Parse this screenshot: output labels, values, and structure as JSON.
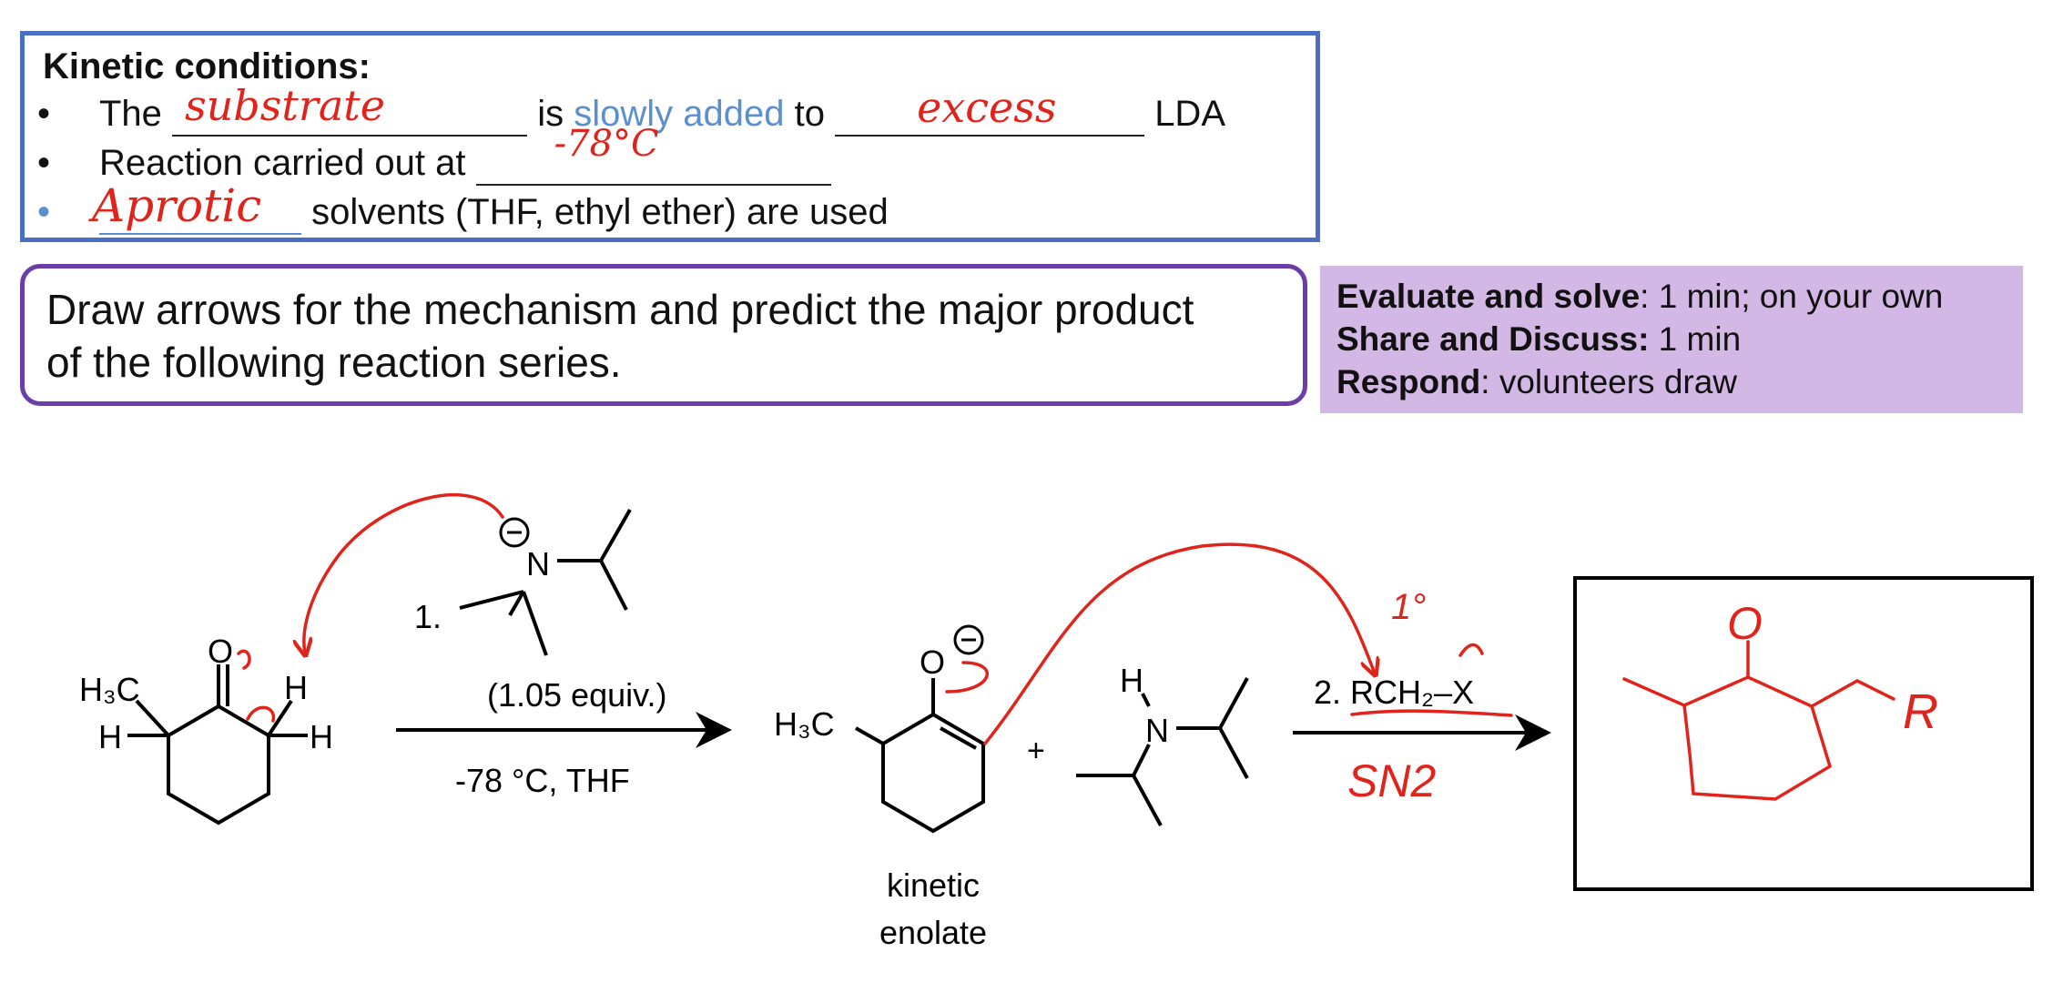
{
  "kinetic_box": {
    "title": "Kinetic conditions:",
    "bullet": "•",
    "line1": {
      "prefix": "The",
      "mid_before": "is",
      "mid_highlight": "slowly added",
      "mid_after": "to",
      "suffix": "LDA",
      "hw_blank1": "substrate",
      "hw_blank2": "excess"
    },
    "line2": {
      "text": "Reaction carried out at",
      "hw_blank": "-78°C"
    },
    "line3": {
      "text": "solvents (THF, ethyl ether) are used",
      "hw_blank": "Aprotic"
    }
  },
  "question_box": {
    "line1": "Draw arrows for the mechanism and predict the major product",
    "line2": "of the following reaction series."
  },
  "instructions": {
    "evaluate_label": "Evaluate and solve",
    "evaluate_value": ": 1 min; on your own",
    "share_label": "Share and Discuss:",
    "share_value": " 1 min",
    "respond_label": "Respond",
    "respond_value": ": volunteers draw"
  },
  "scheme": {
    "reactant": {
      "h3c": "H₃C",
      "h_left": "H",
      "o": "O",
      "h_top": "H",
      "h_right": "H"
    },
    "reagent1": {
      "step": "1.",
      "n": "N",
      "equiv": "(1.05 equiv.)",
      "conditions": "-78 °C, THF"
    },
    "enolate": {
      "h3c": "H₃C",
      "o": "O",
      "label_line1": "kinetic",
      "label_line2": "enolate"
    },
    "plus": "+",
    "amine": {
      "h": "H",
      "n": "N"
    },
    "reagent2": {
      "text": "2. RCH₂–X"
    },
    "handwritten": {
      "degree": "1°",
      "mechanism": "SN2",
      "product_r": "R",
      "product_o": "O"
    }
  },
  "colors": {
    "kinetic_border": "#4a6fc2",
    "question_border": "#6a3ea6",
    "instructions_bg": "#d3b8e6",
    "highlight_blue": "#5b8fd0",
    "ink_red": "#e0231b"
  }
}
